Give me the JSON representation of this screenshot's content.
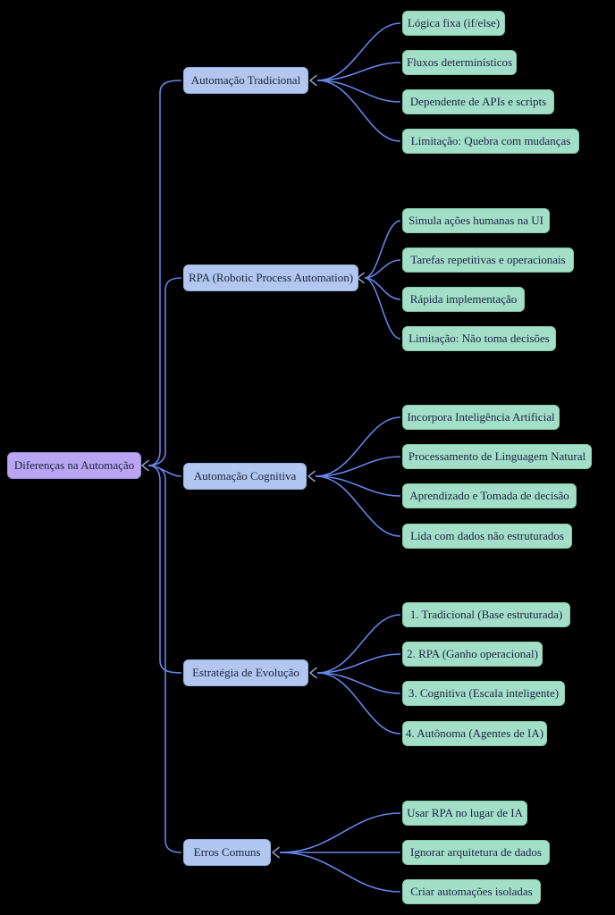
{
  "theme": {
    "page_bg": "#000000",
    "root_fill": "#b9a5f2",
    "root_border": "#9f8ade",
    "branch_fill": "#b1c7ef",
    "branch_border": "#93b2e2",
    "leaf_fill": "#a3dfc8",
    "leaf_border": "#85cbb0",
    "edge_color": "#6584e8",
    "arrow_color": "#8a99bd",
    "text_color": "#1c2340"
  },
  "map": {
    "root": {
      "label": "Diferenças na Automação"
    },
    "branches": [
      {
        "label": "Automação Tradicional",
        "children": [
          {
            "label": "Lógica fixa (if/else)"
          },
          {
            "label": "Fluxos determinísticos"
          },
          {
            "label": "Dependente de APIs e scripts"
          },
          {
            "label": "Limitação: Quebra com mudanças"
          }
        ]
      },
      {
        "label": "RPA (Robotic Process Automation)",
        "children": [
          {
            "label": "Simula ações humanas na UI"
          },
          {
            "label": "Tarefas repetitivas e operacionais"
          },
          {
            "label": "Rápida implementação"
          },
          {
            "label": "Limitação: Não toma decisões"
          }
        ]
      },
      {
        "label": "Automação Cognitiva",
        "children": [
          {
            "label": "Incorpora Inteligência Artificial"
          },
          {
            "label": "Processamento de Linguagem Natural"
          },
          {
            "label": "Aprendizado e Tomada de decisão"
          },
          {
            "label": "Lida com dados não estruturados"
          }
        ]
      },
      {
        "label": "Estratégia de Evolução",
        "children": [
          {
            "label": "1. Tradicional (Base estruturada)"
          },
          {
            "label": "2. RPA (Ganho operacional)"
          },
          {
            "label": "3. Cognitiva (Escala inteligente)"
          },
          {
            "label": "4. Autônoma (Agentes de IA)"
          }
        ]
      },
      {
        "label": "Erros Comuns",
        "children": [
          {
            "label": "Usar RPA no lugar de IA"
          },
          {
            "label": "Ignorar arquitetura de dados"
          },
          {
            "label": "Criar automações isoladas"
          }
        ]
      }
    ]
  }
}
